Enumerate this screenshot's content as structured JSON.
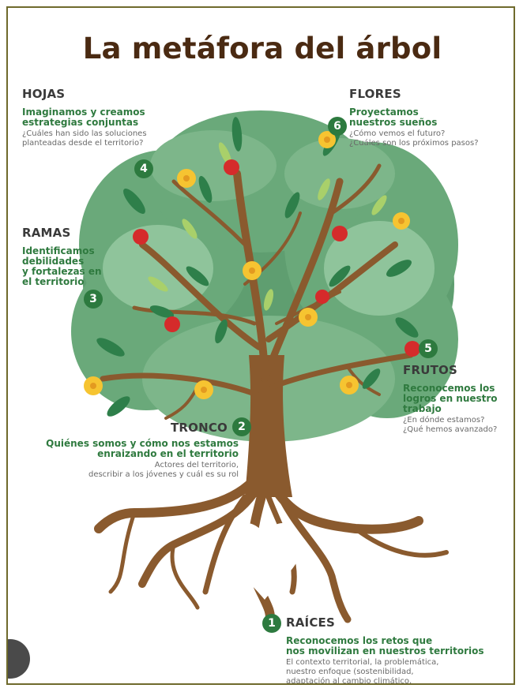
{
  "title": "La metáfora del árbol",
  "colors": {
    "canopy_dark": "#5f9e70",
    "canopy_light": "#8fc49b",
    "trunk": "#8a5a2e",
    "accent_green": "#2d7a3f",
    "apple": "#d52b2b",
    "flower": "#f6c431",
    "title": "#4a2a12"
  },
  "sections": {
    "hojas": {
      "number": "4",
      "title": "HOJAS",
      "subtitle_lines": [
        "Imaginamos y creamos",
        "estrategias conjuntas"
      ],
      "question_lines": [
        "¿Cuáles han sido las soluciones",
        "planteadas desde el territorio?"
      ]
    },
    "flores": {
      "number": "6",
      "title": "FLORES",
      "subtitle_lines": [
        "Proyectamos",
        "nuestros sueños"
      ],
      "question_lines": [
        "¿Cómo vemos el futuro?",
        "¿Cuáles son los próximos pasos?"
      ]
    },
    "ramas": {
      "number": "3",
      "title": "RAMAS",
      "subtitle_lines": [
        "Identificamos",
        "debilidades",
        "y fortalezas en",
        "el territorio"
      ]
    },
    "frutos": {
      "number": "5",
      "title": "FRUTOS",
      "subtitle_lines": [
        "Reconocemos los",
        "logros en nuestro",
        "trabajo"
      ],
      "question_lines": [
        "¿En dónde estamos?",
        "¿Qué hemos avanzado?"
      ]
    },
    "tronco": {
      "number": "2",
      "title": "TRONCO",
      "subtitle_lines": [
        "Quiénes somos y cómo nos estamos",
        "enraizando en el territorio"
      ],
      "question_lines": [
        "Actores del territorio,",
        "describir a los jóvenes y cuál es su rol"
      ]
    },
    "raices": {
      "number": "1",
      "title": "RAÍCES",
      "subtitle_lines": [
        "Reconocemos los retos que",
        "nos movilizan en nuestros territorios"
      ],
      "question_lines": [
        "El contexto territorial, la problemática,",
        "nuestro enfoque (sostenibilidad,",
        "adaptación al cambio climático,"
      ]
    }
  }
}
